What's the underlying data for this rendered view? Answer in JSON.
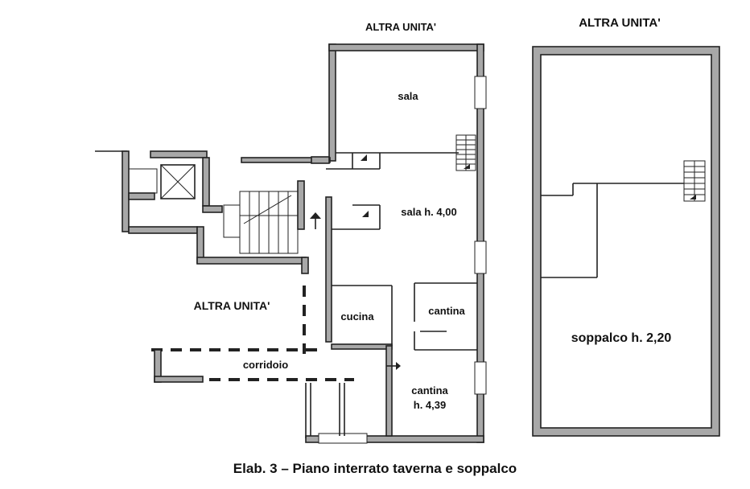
{
  "labels": {
    "altra_unita_top_center": "ALTRA UNITA'",
    "altra_unita_top_right": "ALTRA UNITA'",
    "altra_unita_left": "ALTRA UNITA'",
    "sala": "sala",
    "sala_h": "sala h. 4,00",
    "cucina": "cucina",
    "cantina_upper": "cantina",
    "cantina_lower_line1": "cantina",
    "cantina_lower_line2": "h. 4,39",
    "corridoio": "corridoio",
    "soppalco": "soppalco h. 2,20"
  },
  "caption": "Elab. 3 – Piano interrato taverna e soppalco",
  "colors": {
    "wall_fill": "#a8a8a8",
    "line": "#222222"
  }
}
